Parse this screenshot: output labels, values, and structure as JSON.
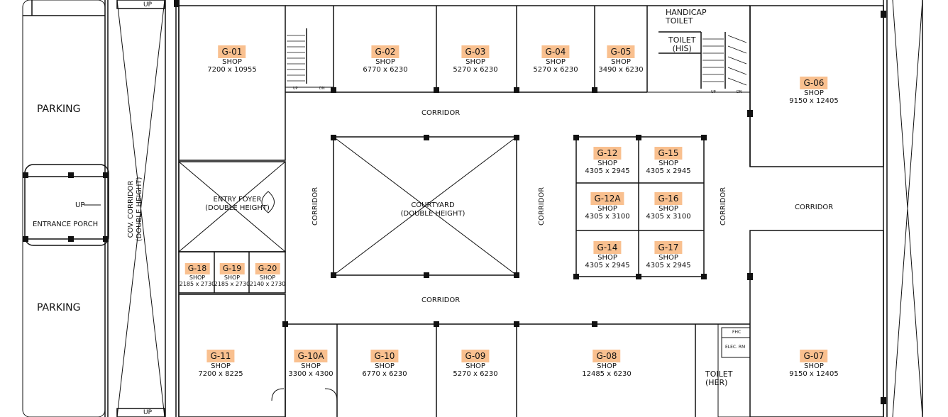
{
  "label_color": "#f9c08f",
  "areas": {
    "parking_top": "PARKING",
    "parking_bottom": "PARKING",
    "entrance_porch": "ENTRANCE PORCH",
    "porch_up": "UP",
    "cov_corridor": "COV. CORRIDOR",
    "cov_corridor_sub": "(DOUBLE HEIGHT)",
    "entry_foyer": "ENTRY FOYER",
    "entry_foyer_sub": "(DOUBLE HEIGHT)",
    "courtyard": "COURTYARD",
    "courtyard_sub": "(DOUBLE HEIGHT)",
    "corridor_top": "CORRIDOR",
    "corridor_bottom": "CORRIDOR",
    "corridor_left": "CORRIDOR",
    "corridor_mid": "CORRIDOR",
    "corridor_right_v": "CORRIDOR",
    "corridor_east": "CORRIDOR",
    "handicap_toilet": "HANDICAP",
    "handicap_toilet_sub": "TOILET",
    "toilet_his": "TOILET",
    "toilet_his_sub": "(HIS)",
    "toilet_her": "TOILET",
    "toilet_her_sub": "(HER)",
    "fhc": "FHC",
    "elec_rm": "ELEC. RM",
    "stair_up_left": "UP",
    "stair_dn_left": "DN",
    "stair_up_right": "UP",
    "stair_dn_right": "DN",
    "up_top": "UP",
    "up_bottom": "UP"
  },
  "shops": [
    {
      "code": "G-01",
      "type": "SHOP",
      "dims": "7200 x 10955"
    },
    {
      "code": "G-02",
      "type": "SHOP",
      "dims": "6770 x 6230"
    },
    {
      "code": "G-03",
      "type": "SHOP",
      "dims": "5270 x 6230"
    },
    {
      "code": "G-04",
      "type": "SHOP",
      "dims": "5270 x 6230"
    },
    {
      "code": "G-05",
      "type": "SHOP",
      "dims": "3490 x 6230"
    },
    {
      "code": "G-06",
      "type": "SHOP",
      "dims": "9150 x 12405"
    },
    {
      "code": "G-12",
      "type": "SHOP",
      "dims": "4305 x 2945"
    },
    {
      "code": "G-15",
      "type": "SHOP",
      "dims": "4305 x 2945"
    },
    {
      "code": "G-12A",
      "type": "SHOP",
      "dims": "4305 x 3100"
    },
    {
      "code": "G-16",
      "type": "SHOP",
      "dims": "4305 x 3100"
    },
    {
      "code": "G-14",
      "type": "SHOP",
      "dims": "4305 x 2945"
    },
    {
      "code": "G-17",
      "type": "SHOP",
      "dims": "4305 x 2945"
    },
    {
      "code": "G-18",
      "type": "SHOP",
      "dims": "2185 x 2730"
    },
    {
      "code": "G-19",
      "type": "SHOP",
      "dims": "2185 x 2730"
    },
    {
      "code": "G-20",
      "type": "SHOP",
      "dims": "2140 x 2730"
    },
    {
      "code": "G-11",
      "type": "SHOP",
      "dims": "7200 x 8225"
    },
    {
      "code": "G-10A",
      "type": "SHOP",
      "dims": "3300 x 4300"
    },
    {
      "code": "G-10",
      "type": "SHOP",
      "dims": "6770 x 6230"
    },
    {
      "code": "G-09",
      "type": "SHOP",
      "dims": "5270 x 6230"
    },
    {
      "code": "G-08",
      "type": "SHOP",
      "dims": "12485 x 6230"
    },
    {
      "code": "G-07",
      "type": "SHOP",
      "dims": "9150 x 12405"
    }
  ]
}
